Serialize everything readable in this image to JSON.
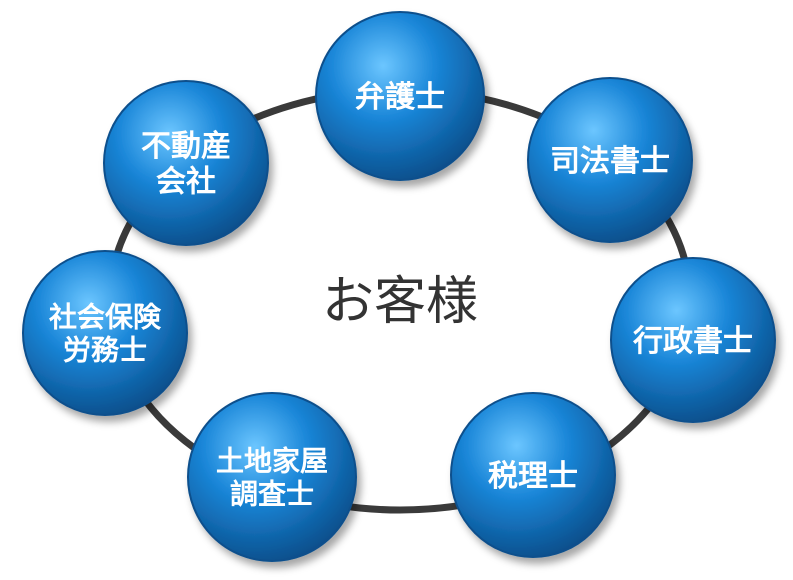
{
  "center": {
    "label": "お客様"
  },
  "nodes": [
    {
      "id": "bengoshi",
      "lines": [
        "弁護士"
      ]
    },
    {
      "id": "shihou-shoshi",
      "lines": [
        "司法書士"
      ]
    },
    {
      "id": "gyousei-shoshi",
      "lines": [
        "行政書士"
      ]
    },
    {
      "id": "zeirishi",
      "lines": [
        "税理士"
      ]
    },
    {
      "id": "tochi-kaoku-chousashi",
      "lines": [
        "土地家屋",
        "調査士"
      ]
    },
    {
      "id": "sharoushi",
      "lines": [
        "社会保険",
        "労務士"
      ]
    },
    {
      "id": "fudousan-gaisha",
      "lines": [
        "不動産",
        "会社"
      ]
    }
  ],
  "colors": {
    "node_fill": "#1a86d8",
    "node_edge": "#0a4f8c",
    "ring": "#3a3a3a",
    "center_text": "#333333"
  }
}
